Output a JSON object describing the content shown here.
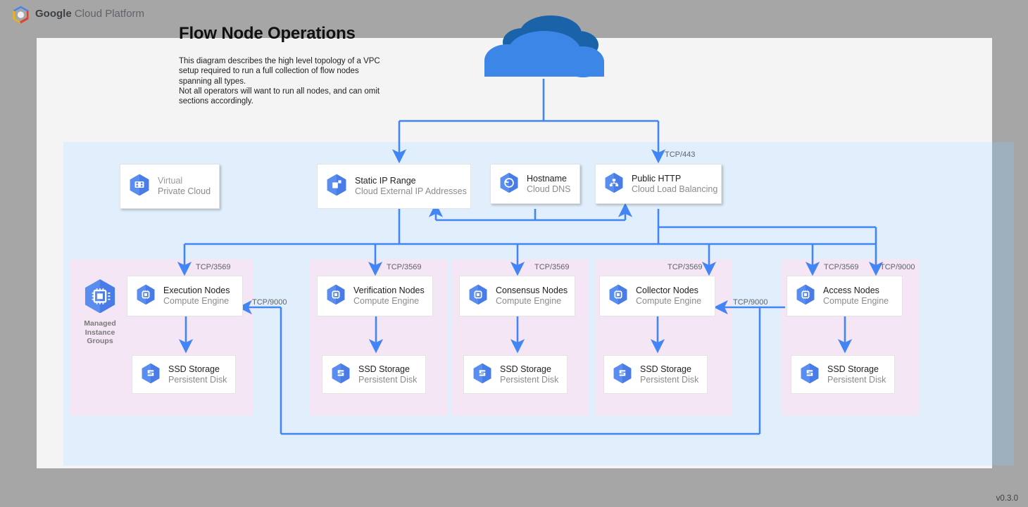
{
  "topbar": {
    "brand_bold": "Google",
    "brand_rest": " Cloud Platform",
    "logo_icon": "gcp-hexagon-logo"
  },
  "header": {
    "title": "Flow Node Operations",
    "description": "This diagram describes the high level topology of a VPC setup required to run a full collection of flow nodes spanning all types.\nNot all operators will want to run all nodes, and can omit sections accordingly."
  },
  "internet": {
    "icon": "cloud-icon"
  },
  "colors": {
    "vpc_background": "#e1effc",
    "group_background": "#f5e6f6",
    "connector": "#4285f4",
    "icon_blue": "#4f86ef",
    "canvas": "#f4f4f4",
    "page_background": "#a6a6a6"
  },
  "top_nodes": [
    {
      "title": "Virtual",
      "subtitle": "Private Cloud",
      "icon": "vpc-icon",
      "style": "flat"
    },
    {
      "title": "Static IP Range",
      "subtitle": "Cloud External IP Addresses",
      "icon": "static-ip-icon",
      "style": "stack"
    },
    {
      "title": "Hostname",
      "subtitle": "Cloud DNS",
      "icon": "cloud-dns-icon",
      "style": "flat"
    },
    {
      "title": "Public HTTP",
      "subtitle": "Cloud Load Balancing",
      "icon": "load-balancing-icon",
      "style": "flat"
    }
  ],
  "groups": [
    {
      "id": "execution",
      "mig_label": "Managed\nInstance\nGroups",
      "mig_icon": "compute-engine-icon",
      "node": {
        "title": "Execution Nodes",
        "subtitle": "Compute Engine",
        "icon": "compute-engine-icon"
      },
      "storage": {
        "title": "SSD Storage",
        "subtitle": "Persistent Disk",
        "icon": "persistent-disk-icon"
      }
    },
    {
      "id": "verification",
      "node": {
        "title": "Verification Nodes",
        "subtitle": "Compute Engine",
        "icon": "compute-engine-icon"
      },
      "storage": {
        "title": "SSD Storage",
        "subtitle": "Persistent Disk",
        "icon": "persistent-disk-icon"
      }
    },
    {
      "id": "consensus",
      "node": {
        "title": "Consensus Nodes",
        "subtitle": "Compute Engine",
        "icon": "compute-engine-icon"
      },
      "storage": {
        "title": "SSD Storage",
        "subtitle": "Persistent Disk",
        "icon": "persistent-disk-icon"
      }
    },
    {
      "id": "collector",
      "node": {
        "title": "Collector Nodes",
        "subtitle": "Compute Engine",
        "icon": "compute-engine-icon"
      },
      "storage": {
        "title": "SSD Storage",
        "subtitle": "Persistent Disk",
        "icon": "persistent-disk-icon"
      }
    },
    {
      "id": "access",
      "node": {
        "title": "Access Nodes",
        "subtitle": "Compute Engine",
        "icon": "compute-engine-icon"
      },
      "storage": {
        "title": "SSD Storage",
        "subtitle": "Persistent Disk",
        "icon": "persistent-disk-icon"
      }
    }
  ],
  "port_labels": {
    "https": "TCP/443",
    "exec": "TCP/3569",
    "verification": "TCP/3569",
    "consensus": "TCP/3569",
    "collector": "TCP/3569",
    "access": "TCP/3569",
    "access_9000": "TCP/9000",
    "collector_9000": "TCP/9000",
    "exec_9000": "TCP/9000"
  },
  "footer": {
    "version": "v0.3.0"
  }
}
